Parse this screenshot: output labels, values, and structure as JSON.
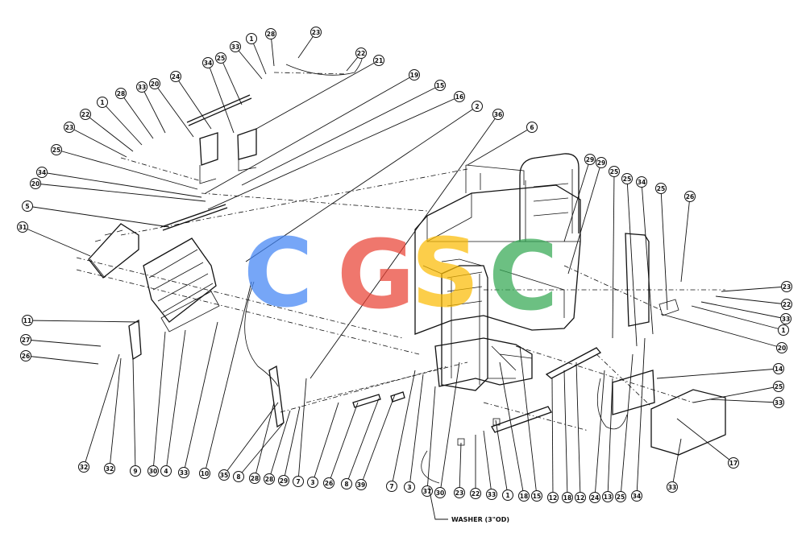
{
  "diagram": {
    "balloons": [
      {
        "label": "23"
      },
      {
        "label": "28"
      },
      {
        "label": "1"
      },
      {
        "label": "33"
      },
      {
        "label": "22"
      },
      {
        "label": "21"
      },
      {
        "label": "25"
      },
      {
        "label": "34"
      },
      {
        "label": "24"
      },
      {
        "label": "20"
      },
      {
        "label": "33"
      },
      {
        "label": "28"
      },
      {
        "label": "1"
      },
      {
        "label": "22"
      },
      {
        "label": "23"
      },
      {
        "label": "25"
      },
      {
        "label": "34"
      },
      {
        "label": "20"
      },
      {
        "label": "5"
      },
      {
        "label": "31"
      },
      {
        "label": "19"
      },
      {
        "label": "15"
      },
      {
        "label": "16"
      },
      {
        "label": "2"
      },
      {
        "label": "36"
      },
      {
        "label": "6"
      },
      {
        "label": "11"
      },
      {
        "label": "27"
      },
      {
        "label": "26"
      },
      {
        "label": "29"
      },
      {
        "label": "29"
      },
      {
        "label": "25"
      },
      {
        "label": "25"
      },
      {
        "label": "34"
      },
      {
        "label": "25"
      },
      {
        "label": "26"
      },
      {
        "label": "23"
      },
      {
        "label": "22"
      },
      {
        "label": "33"
      },
      {
        "label": "1"
      },
      {
        "label": "20"
      },
      {
        "label": "14"
      },
      {
        "label": "25"
      },
      {
        "label": "33"
      },
      {
        "label": "17"
      },
      {
        "label": "33"
      },
      {
        "label": "32"
      },
      {
        "label": "32"
      },
      {
        "label": "9"
      },
      {
        "label": "30"
      },
      {
        "label": "4"
      },
      {
        "label": "33"
      },
      {
        "label": "10"
      },
      {
        "label": "35"
      },
      {
        "label": "8"
      },
      {
        "label": "28"
      },
      {
        "label": "28"
      },
      {
        "label": "29"
      },
      {
        "label": "7"
      },
      {
        "label": "3"
      },
      {
        "label": "26"
      },
      {
        "label": "8"
      },
      {
        "label": "39"
      },
      {
        "label": "7"
      },
      {
        "label": "3"
      },
      {
        "label": "37"
      },
      {
        "label": "30"
      },
      {
        "label": "23"
      },
      {
        "label": "22"
      },
      {
        "label": "33"
      },
      {
        "label": "1"
      },
      {
        "label": "18"
      },
      {
        "label": "15"
      },
      {
        "label": "12"
      },
      {
        "label": "18"
      },
      {
        "label": "12"
      },
      {
        "label": "24"
      },
      {
        "label": "13"
      },
      {
        "label": "25"
      },
      {
        "label": "34"
      }
    ],
    "note": "WASHER (3\"OD)",
    "watermark": {
      "letters": [
        {
          "char": "C",
          "color": "#4285f4"
        },
        {
          "char": "G",
          "color": "#ea4335"
        },
        {
          "char": "S",
          "color": "#fbbc05"
        },
        {
          "char": "C",
          "color": "#34a853"
        }
      ]
    }
  }
}
